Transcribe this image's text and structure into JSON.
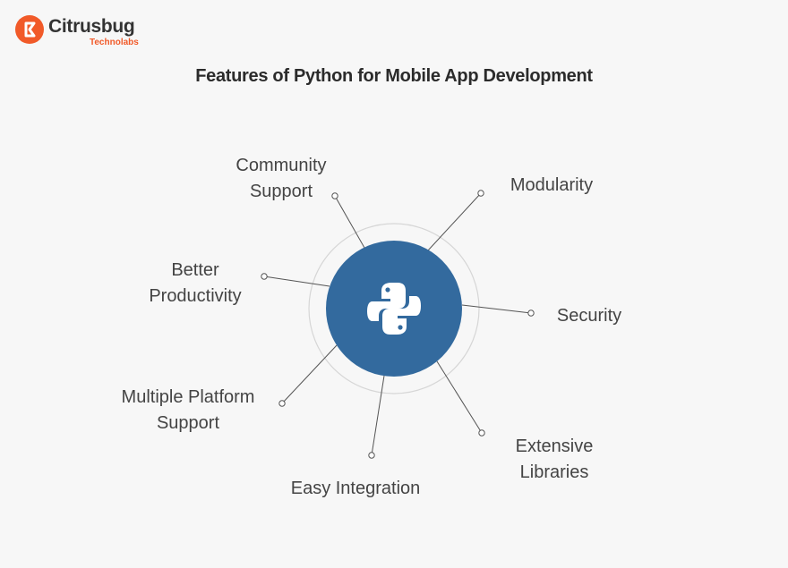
{
  "brand": {
    "name": "Citrusbug",
    "sub": "Technolabs",
    "accent": "#f15a29"
  },
  "title": "Features of Python for Mobile App Development",
  "hub": {
    "icon": "python-logo-icon",
    "color": "#336a9e"
  },
  "features": {
    "community": [
      "Community",
      "Support"
    ],
    "modularity": [
      "Modularity"
    ],
    "productivity": [
      "Better",
      "Productivity"
    ],
    "security": [
      "Security"
    ],
    "platform": [
      "Multiple Platform",
      "Support"
    ],
    "libraries": [
      "Extensive",
      "Libraries"
    ],
    "integration": [
      "Easy Integration"
    ]
  }
}
